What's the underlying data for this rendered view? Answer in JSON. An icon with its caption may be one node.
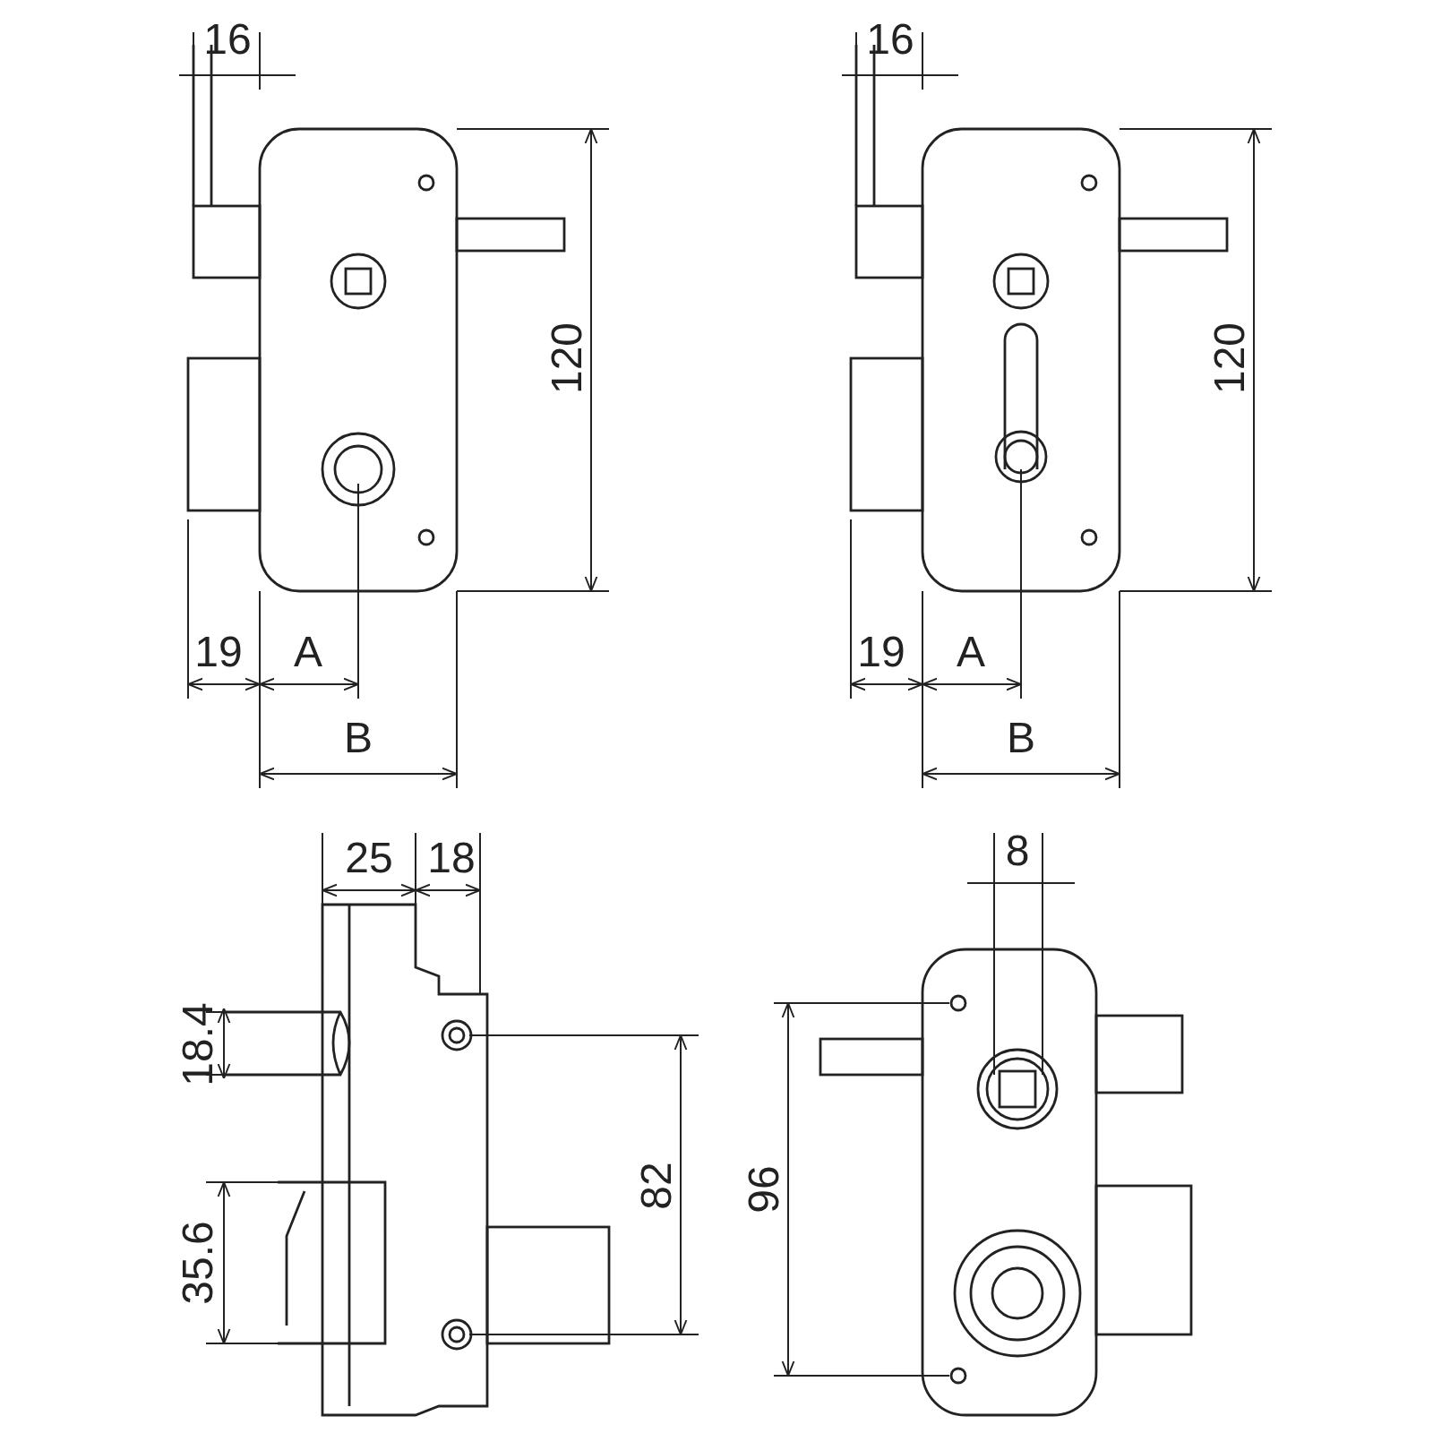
{
  "diagram": {
    "labels": [
      "16",
      "120",
      "19",
      "A",
      "B",
      "16",
      "120",
      "19",
      "A",
      "B",
      "25",
      "18",
      "18.4",
      "35.6",
      "82",
      "8",
      "96"
    ]
  }
}
